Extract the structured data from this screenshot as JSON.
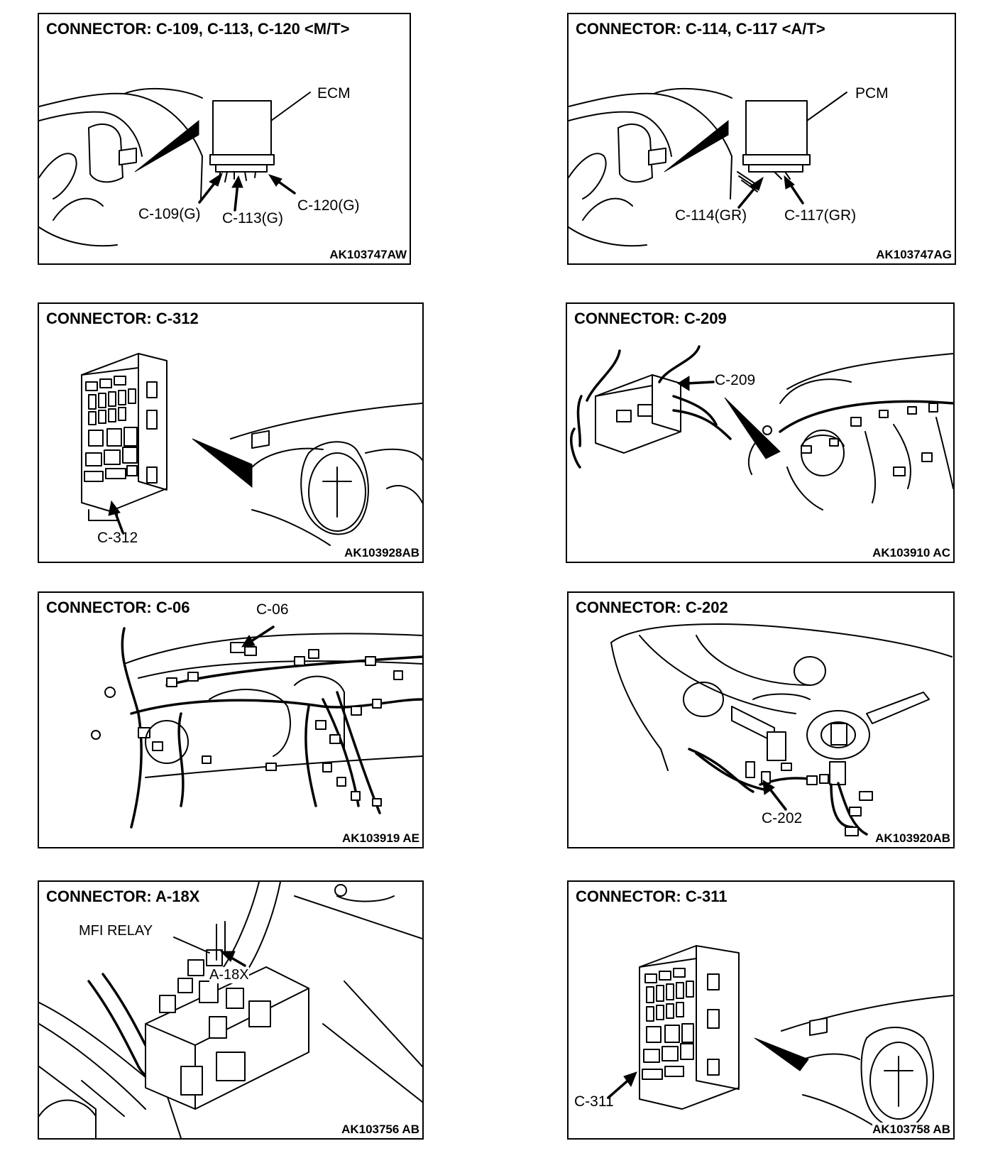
{
  "panels": [
    {
      "title": "CONNECTOR: C-109, C-113, C-120 <M/T>",
      "code": "AK103747AW",
      "labels": {
        "module": "ECM",
        "c109": "C-109(G)",
        "c113": "C-113(G)",
        "c120": "C-120(G)"
      }
    },
    {
      "title": "CONNECTOR: C-114, C-117 <A/T>",
      "code": "AK103747AG",
      "labels": {
        "module": "PCM",
        "c114": "C-114(GR)",
        "c117": "C-117(GR)"
      }
    },
    {
      "title": "CONNECTOR: C-312",
      "code": "AK103928AB",
      "labels": {
        "conn": "C-312"
      }
    },
    {
      "title": "CONNECTOR: C-209",
      "code": "AK103910 AC",
      "labels": {
        "conn": "C-209"
      }
    },
    {
      "title": "CONNECTOR: C-06",
      "code": "AK103919 AE",
      "labels": {
        "conn": "C-06"
      }
    },
    {
      "title": "CONNECTOR: C-202",
      "code": "AK103920AB",
      "labels": {
        "conn": "C-202"
      }
    },
    {
      "title": "CONNECTOR: A-18X",
      "code": "AK103756 AB",
      "labels": {
        "relay": "MFI RELAY",
        "conn": "A-18X"
      }
    },
    {
      "title": "CONNECTOR: C-311",
      "code": "AK103758 AB",
      "labels": {
        "conn": "C-311"
      }
    }
  ]
}
